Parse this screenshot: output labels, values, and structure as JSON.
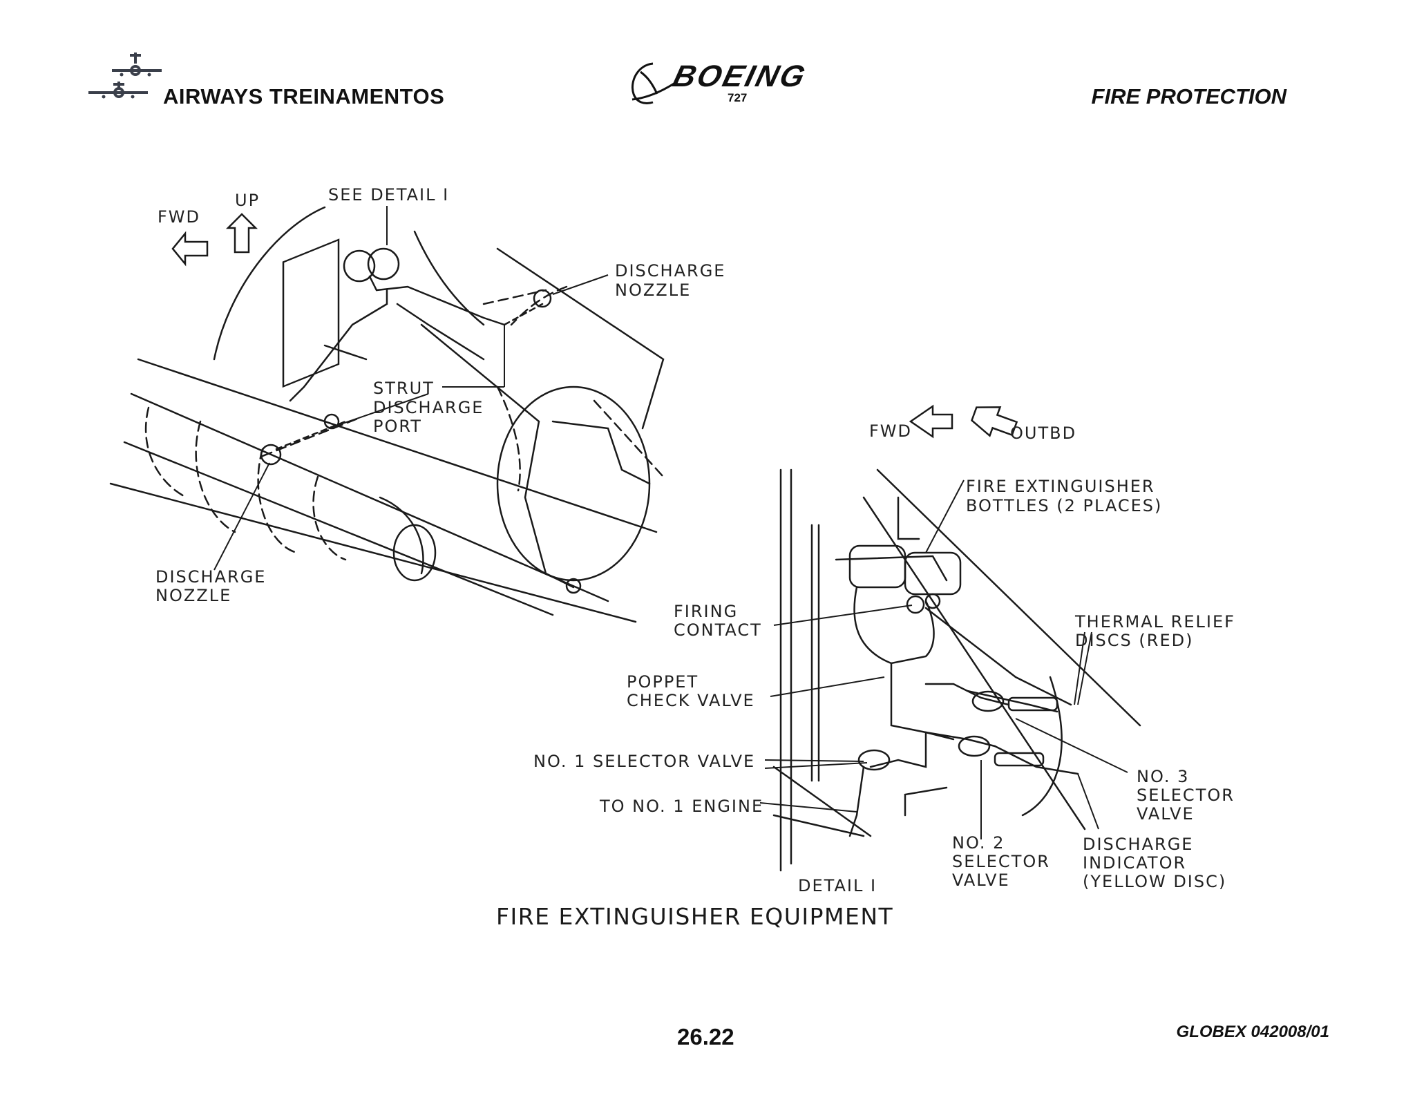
{
  "header": {
    "company": "AIRWAYS  TREINAMENTOS",
    "logo_icon": "airplane-icon",
    "brand": "BOEING",
    "model": "727",
    "section": "FIRE PROTECTION"
  },
  "diagram": {
    "caption": "FIRE EXTINGUISHER EQUIPMENT",
    "labels": {
      "up": "UP",
      "fwd_left": "FWD",
      "see_detail": "SEE DETAIL I",
      "discharge_nozzle_top_1": "DISCHARGE",
      "discharge_nozzle_top_2": "NOZZLE",
      "strut_1": "STRUT",
      "strut_2": "DISCHARGE",
      "strut_3": "PORT",
      "discharge_nozzle_bottom_1": "DISCHARGE",
      "discharge_nozzle_bottom_2": "NOZZLE",
      "fwd_right": "FWD",
      "outbd": "OUTBD",
      "bottles_1": "FIRE EXTINGUISHER",
      "bottles_2": "BOTTLES (2 PLACES)",
      "firing_1": "FIRING",
      "firing_2": "CONTACT",
      "thermal_1": "THERMAL RELIEF",
      "thermal_2": "DISCS (RED)",
      "poppet_1": "POPPET",
      "poppet_2": "CHECK VALVE",
      "no1_selector": "NO. 1 SELECTOR  VALVE",
      "to_no1": "TO NO. 1 ENGINE",
      "no3_1": "NO. 3",
      "no3_2": "SELECTOR",
      "no3_3": "VALVE",
      "no2_1": "NO. 2",
      "no2_2": "SELECTOR",
      "no2_3": "VALVE",
      "indicator_1": "DISCHARGE",
      "indicator_2": "INDICATOR",
      "indicator_3": "(YELLOW DISC)",
      "detail": "DETAIL  I"
    }
  },
  "footer": {
    "page_number": "26.22",
    "doc_code": "GLOBEX 042008/01"
  }
}
